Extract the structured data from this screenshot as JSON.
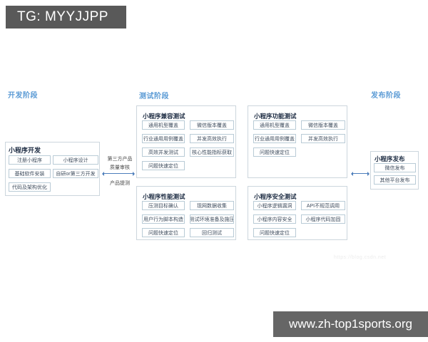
{
  "banners": {
    "top": "TG: MYYJJPP",
    "bottom": "www.zh-top1sports.org"
  },
  "phases": {
    "dev": "开发阶段",
    "test": "测试阶段",
    "release": "发布阶段"
  },
  "dev_box": {
    "title": "小程序开发",
    "col1": [
      "注册小程序",
      "基础软件安装",
      "代码及架构优化"
    ],
    "col2": [
      "小程序设计",
      "自研or第三方开发"
    ]
  },
  "handoff": {
    "top_line1": "第三方产品",
    "top_line2": "质量审核",
    "bottom_line": "产品提测"
  },
  "test_boxes": [
    {
      "title": "小程序兼容测试",
      "col1": [
        "通用机型覆盖",
        "行业通用用例覆盖",
        "高效并发测试",
        "问题快速定位"
      ],
      "col2": [
        "微信版本覆盖",
        "并发高效执行",
        "核心性能指标获取"
      ]
    },
    {
      "title": "小程序功能测试",
      "col1": [
        "通用机型覆盖",
        "行业通用用例覆盖",
        "问题快速定位"
      ],
      "col2": [
        "微信版本覆盖",
        "并发高效执行"
      ]
    },
    {
      "title": "小程序性能测试",
      "col1": [
        "压测目标确认",
        "用户行为脚本构造",
        "问题快速定位"
      ],
      "col2": [
        "现网数据收集",
        "测试环境准备及施压",
        "回归测试"
      ]
    },
    {
      "title": "小程序安全测试",
      "col1": [
        "小程序逻辑漏洞",
        "小程序内容安全",
        "问题快速定位"
      ],
      "col2": [
        "API不规范调用",
        "小程序代码加固"
      ]
    }
  ],
  "release_box": {
    "title": "小程序发布",
    "items": [
      "微信发布",
      "其他平台发布"
    ]
  },
  "watermark": "https://blog.csdn.net",
  "colors": {
    "accent_blue": "#5b9bd5",
    "arrow_blue": "#4d7ebb",
    "top_banner_bg": "#595959",
    "bottom_banner_bg": "#666666",
    "chip_border": "#b9cbd6",
    "box_border": "#ccd6dd",
    "title_text": "#1b2a41"
  }
}
